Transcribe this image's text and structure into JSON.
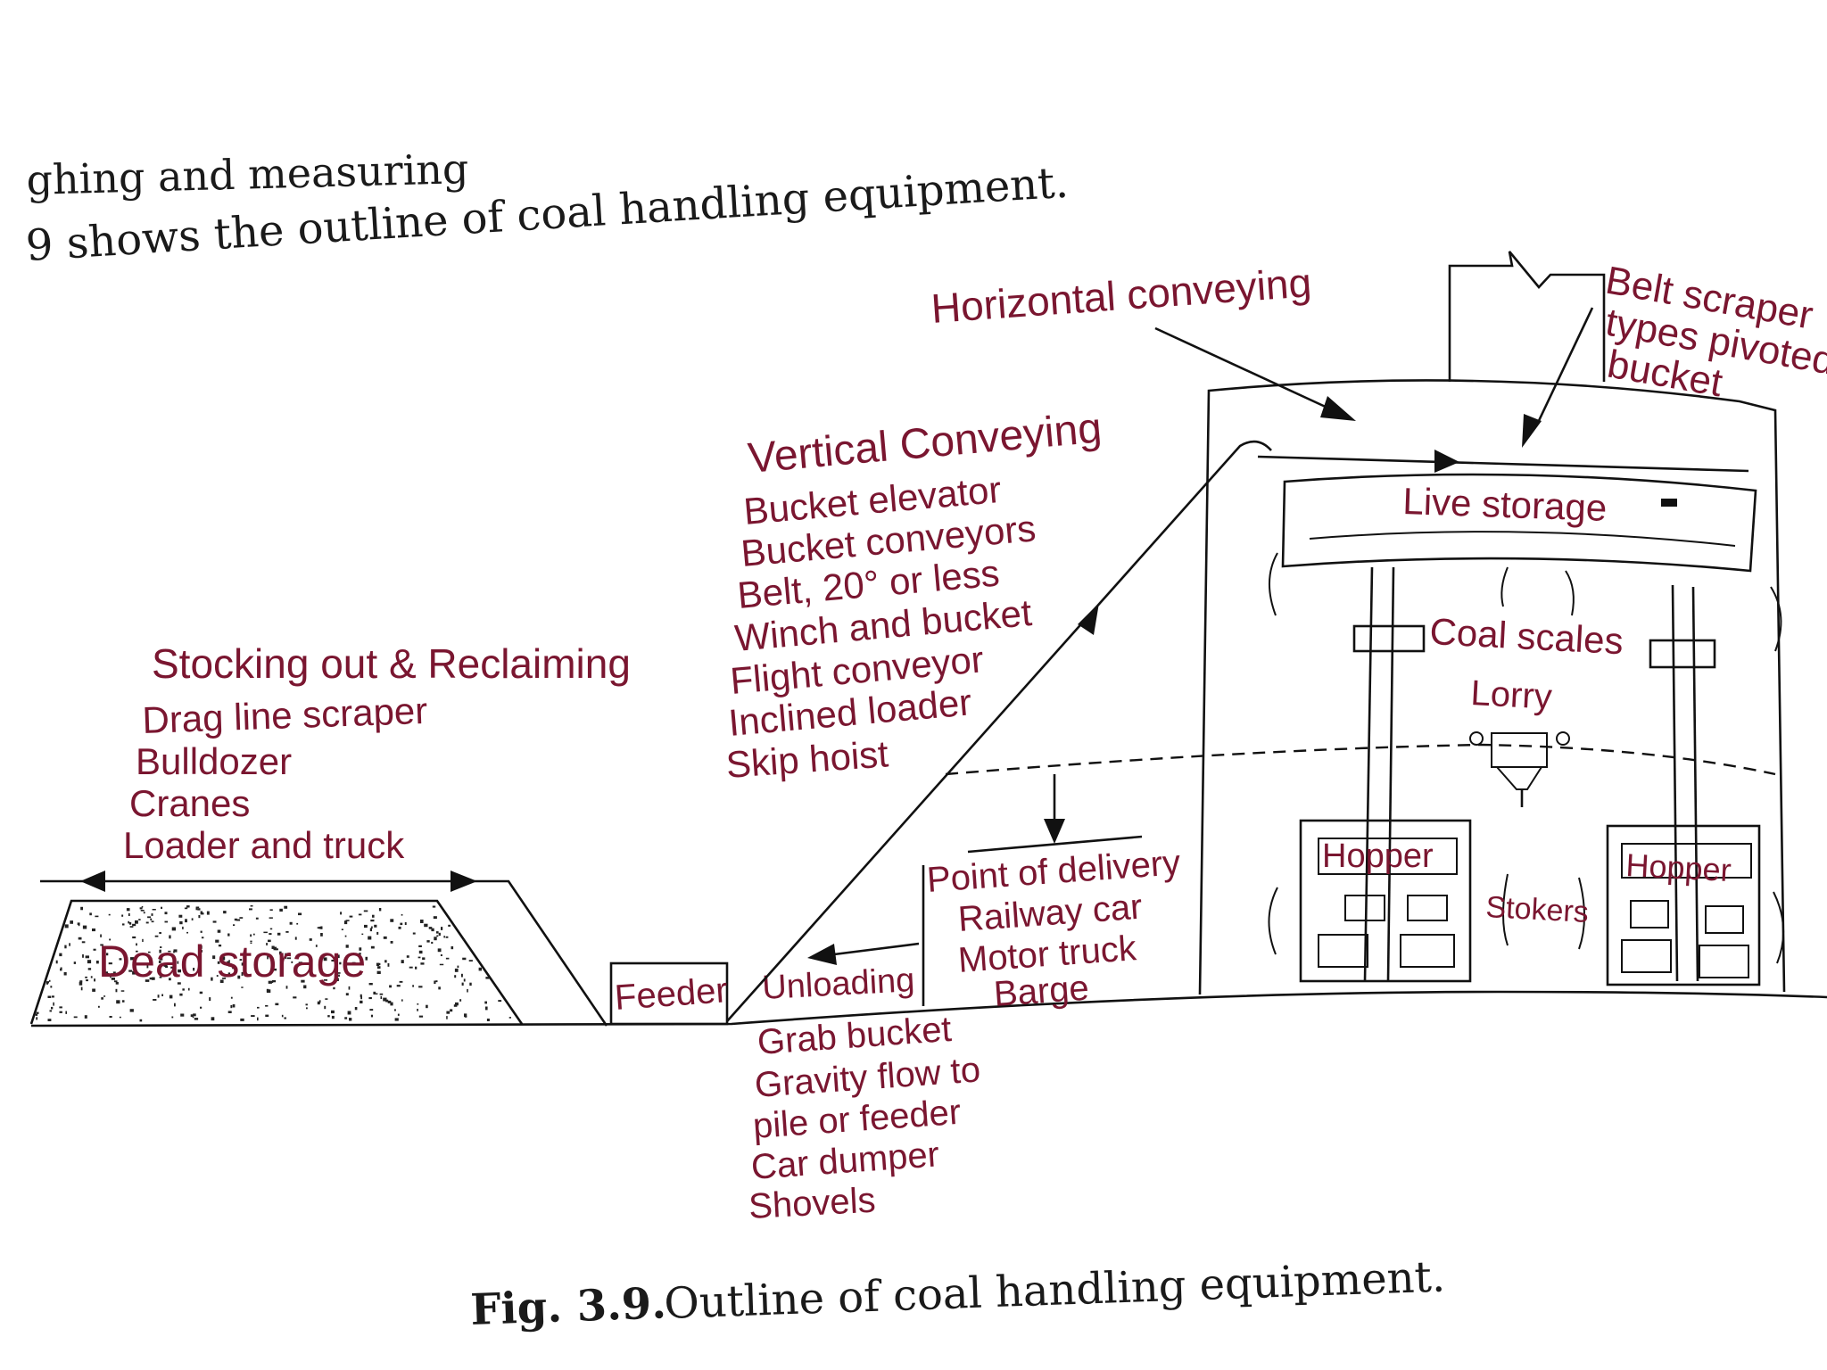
{
  "header": {
    "line1": "ghing and measuring",
    "line2": "9 shows the outline of coal handling equipment."
  },
  "labels": {
    "horizontal_conveying": "Horizontal conveying",
    "belt_scraper": [
      "Belt scraper",
      "types pivoted",
      "bucket"
    ],
    "vertical_conveying": {
      "title": "Vertical Conveying",
      "items": [
        "Bucket elevator",
        "Bucket conveyors",
        "Belt, 20° or less",
        "Winch and bucket",
        "Flight conveyor",
        "Inclined loader",
        "Skip hoist"
      ]
    },
    "stocking": {
      "title": "Stocking out & Reclaiming",
      "items": [
        "Drag line scraper",
        "Bulldozer",
        "Cranes",
        "Loader and truck"
      ]
    },
    "dead_storage": "Dead storage",
    "feeder": "Feeder",
    "unloading": "Unloading",
    "delivery": {
      "title": "Point of delivery",
      "items": [
        "Railway car",
        "Motor truck",
        "Barge"
      ]
    },
    "unloading_methods": [
      "Grab bucket",
      "Gravity flow to",
      "pile or feeder",
      "Car dumper",
      "Shovels"
    ],
    "live_storage": "Live storage",
    "coal_scales": "Coal scales",
    "lorry": "Lorry",
    "hopper_left": "Hopper",
    "hopper_right": "Hopper",
    "stokers": "Stokers"
  },
  "caption": {
    "number": "Fig. 3.9.",
    "text": "Outline of coal handling equipment."
  }
}
